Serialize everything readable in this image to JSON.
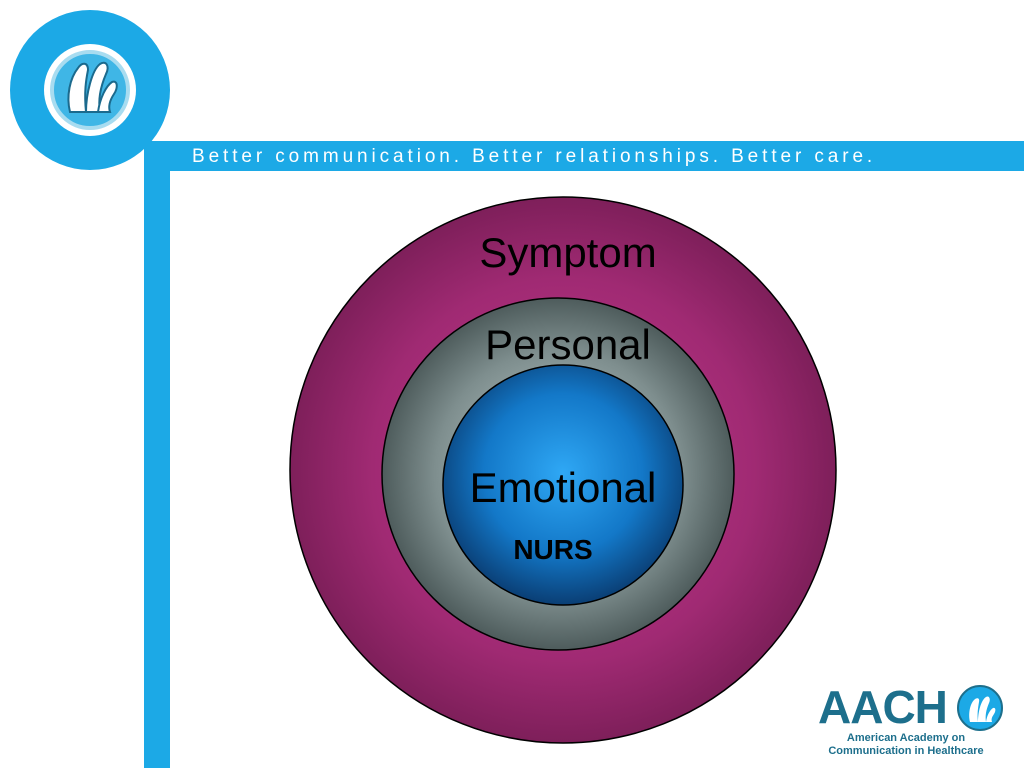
{
  "header": {
    "tagline": "Better communication. Better relationships. Better care."
  },
  "diagram": {
    "rings": [
      {
        "label": "Symptom",
        "color": "#9b2a6e"
      },
      {
        "label": "Personal",
        "color": "#6b7b7b"
      },
      {
        "label": "Emotional",
        "color": "#1a7fd0"
      }
    ],
    "center_note": "NURS"
  },
  "logo": {
    "acronym": "AACH",
    "line1": "American Academy on",
    "line2": "Communication in Healthcare"
  },
  "colors": {
    "frame_blue": "#1ca9e6",
    "logo_teal": "#1d6f8c"
  },
  "icons": [
    "hand-emblem-icon"
  ]
}
